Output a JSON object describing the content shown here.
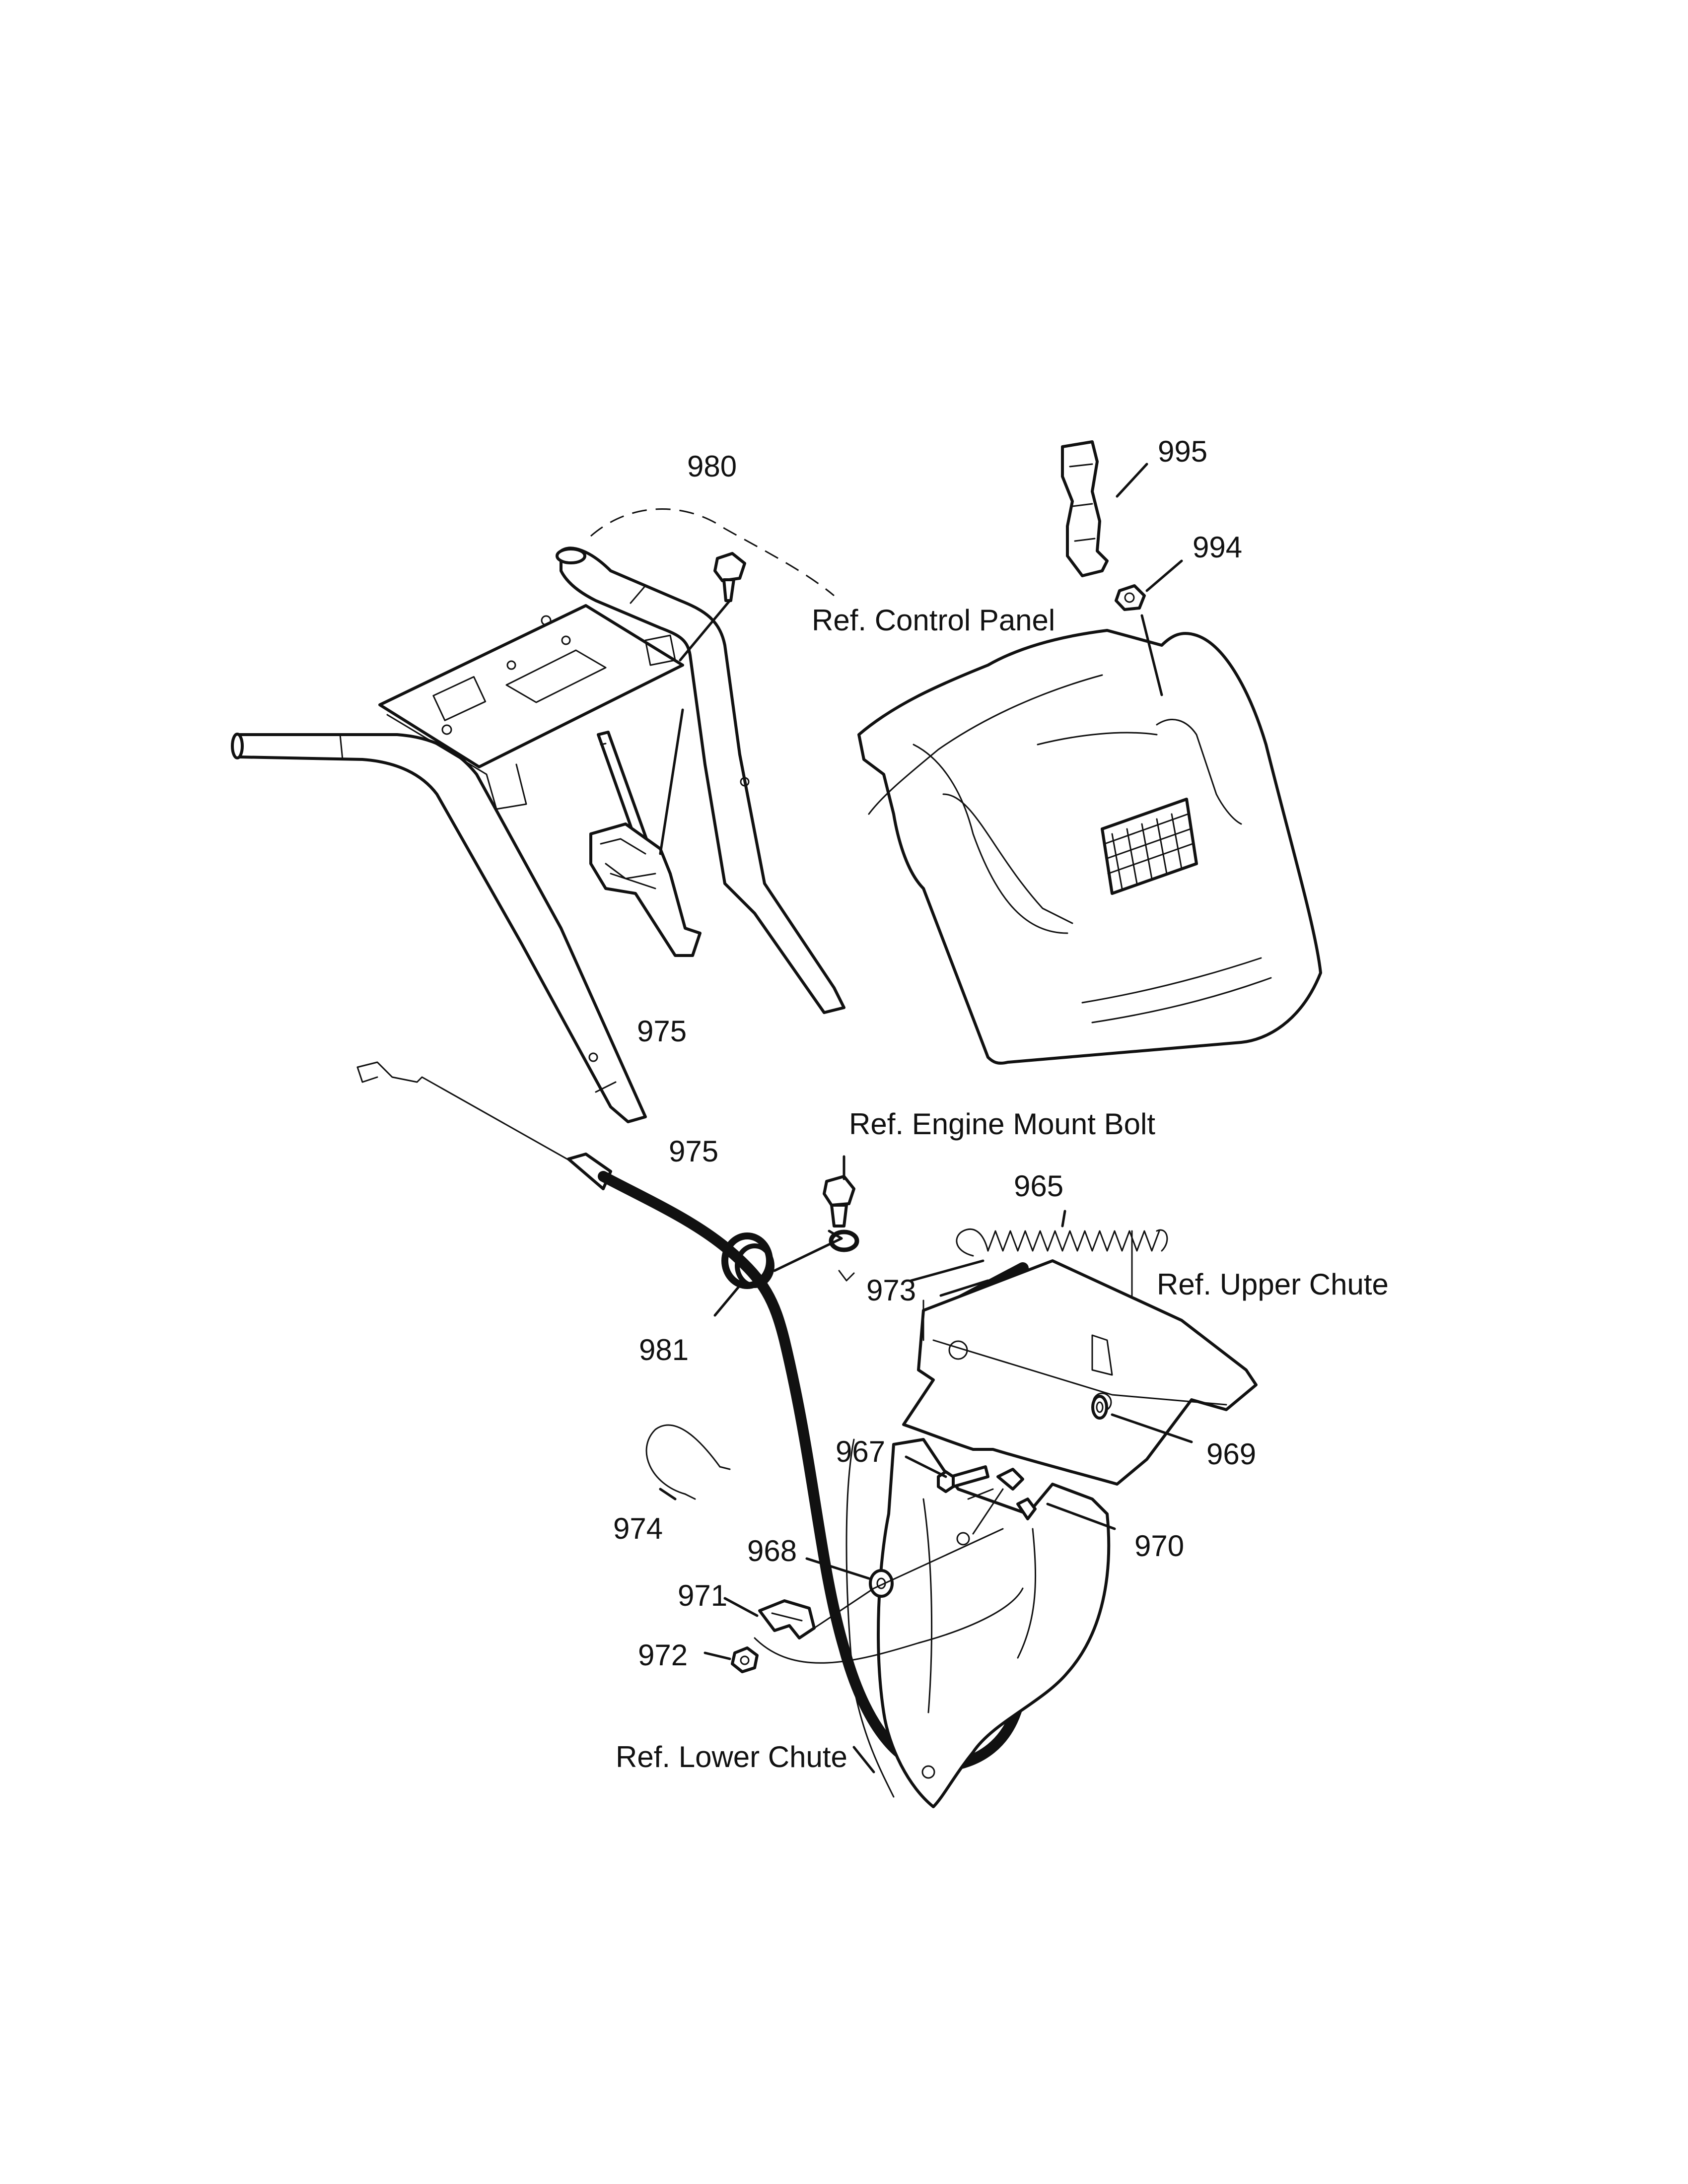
{
  "labels": {
    "p980": "980",
    "p995": "995",
    "p994": "994",
    "ref_control_panel": "Ref. Control Panel",
    "p975_top": "975",
    "p975_cable": "975",
    "ref_engine_mount_bolt": "Ref. Engine Mount Bolt",
    "p965": "965",
    "p973": "973",
    "ref_upper_chute": "Ref. Upper Chute",
    "p981": "981",
    "p967": "967",
    "p969": "969",
    "p974": "974",
    "p968": "968",
    "p970": "970",
    "p971": "971",
    "p972": "972",
    "ref_lower_chute": "Ref. Lower Chute"
  }
}
